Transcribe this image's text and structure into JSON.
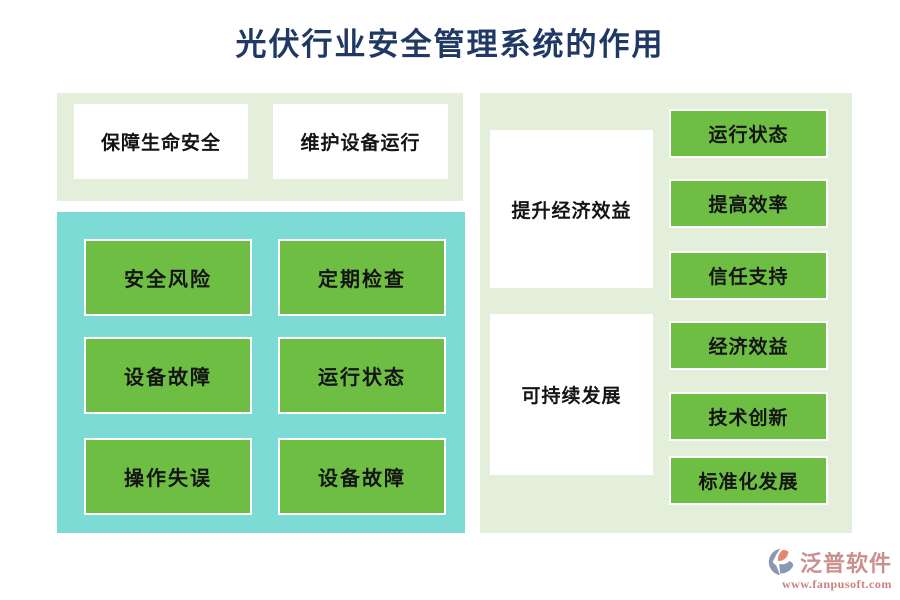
{
  "title": "光伏行业安全管理系统的作用",
  "colors": {
    "title_navy": "#1F3864",
    "panel_light_green": "#E3EFDA",
    "panel_teal": "#7CDBD5",
    "box_green": "#6FBE44",
    "box_border": "#ffffff",
    "footer_rose": "#C9908E",
    "footer_url_rose": "#C9827C",
    "logo_gray_blue": "#8A99B3",
    "logo_orange": "#E18A6E"
  },
  "benefits_panel": {
    "items": [
      {
        "label": "保障生命安全"
      },
      {
        "label": "维护设备运行"
      }
    ]
  },
  "risks_panel": {
    "items": [
      {
        "label": "安全风险"
      },
      {
        "label": "定期检查"
      },
      {
        "label": "设备故障"
      },
      {
        "label": "运行状态"
      },
      {
        "label": "操作失误"
      },
      {
        "label": "设备故障"
      }
    ]
  },
  "outcomes_panel": {
    "groups": [
      {
        "label": "提升经济效益",
        "items": [
          {
            "label": "运行状态"
          },
          {
            "label": "提高效率"
          },
          {
            "label": "信任支持"
          }
        ]
      },
      {
        "label": "可持续发展",
        "items": [
          {
            "label": "经济效益"
          },
          {
            "label": "技术创新"
          },
          {
            "label": "标准化发展"
          }
        ]
      }
    ]
  },
  "footer": {
    "brand": "泛普软件",
    "url": "www.fanpusoft.com",
    "logo_icon": "fanpu-swirl-logo"
  }
}
